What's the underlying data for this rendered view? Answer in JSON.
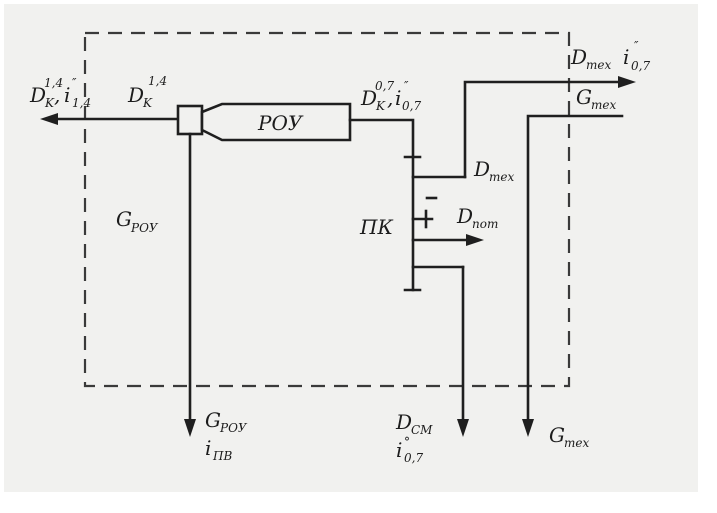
{
  "diagram": {
    "colors": {
      "line": "#1f1f1f",
      "paper": "#f1f1ef",
      "boundary": "#3a3a3a"
    },
    "labels": {
      "inlet_main": "D",
      "inlet_sub": "K",
      "inlet_sup": "1,4",
      "inlet_sep": ", ",
      "inlet_i": "i",
      "inlet_i_sub": "1,4",
      "inlet_i_prime": "″",
      "header_main": "D",
      "header_sub": "K",
      "header_sup": "1,4",
      "rou": "РОУ",
      "rou_out_main": "D",
      "rou_out_sub": "K",
      "rou_out_sup": "0,7",
      "rou_out_sep": ",",
      "rou_out_i": "i",
      "rou_out_i_sub": "0,7",
      "rou_out_i_prime": "″",
      "g_rou": "G",
      "g_rou_sub": "РОУ",
      "pk": "ПК",
      "d_tech_mid": "D",
      "d_tech_mid_sub": "тех",
      "d_pot": "D",
      "d_pot_sub": "пот",
      "d_tech_top": "D",
      "d_tech_top_sub": "тех",
      "d_tech_top_i": "i",
      "d_tech_top_i_sub": "0,7",
      "d_tech_top_i_prime": "″",
      "g_tech_top": "G",
      "g_tech_top_sub": "тех",
      "g_rou_bottom": "G",
      "g_rou_bottom_sub": "РОУ",
      "i_pv": "i",
      "i_pv_sub": "ПВ",
      "d_cm": "D",
      "d_cm_sub": "СМ",
      "i_cm": "i",
      "i_cm_sub": "0,7",
      "i_cm_sup": "°",
      "g_tech_bottom": "G",
      "g_tech_bottom_sub": "тех"
    }
  }
}
